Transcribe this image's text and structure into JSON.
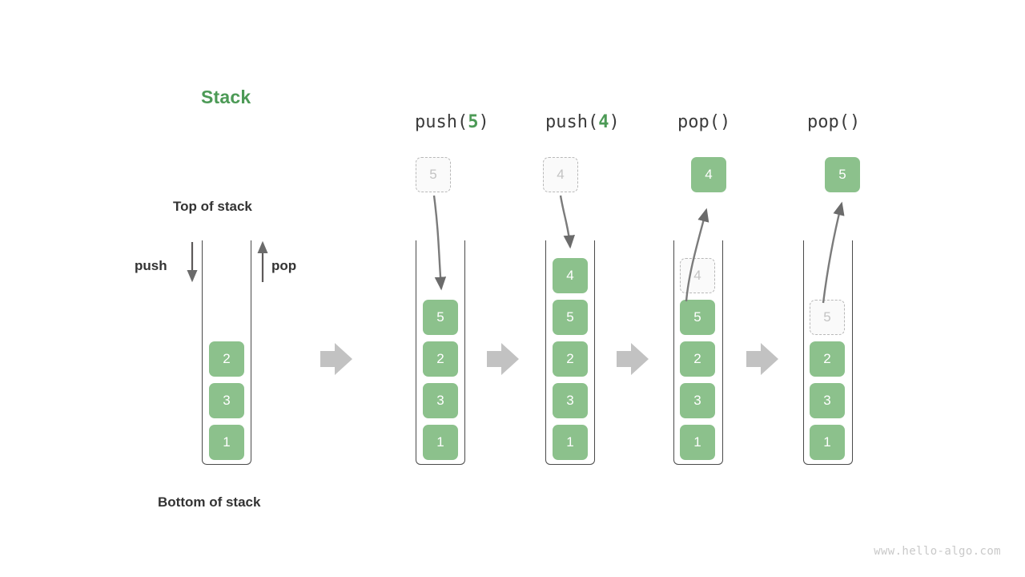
{
  "title": "Stack",
  "labels": {
    "top_of_stack": "Top of stack",
    "bottom_of_stack": "Bottom of stack",
    "push": "push",
    "pop": "pop"
  },
  "colors": {
    "accent_green": "#4c9a56",
    "box_green": "#8cc18c",
    "box_text": "#ffffff",
    "ghost_border": "#b8b8b8",
    "ghost_text": "#c3c3c3",
    "container_border": "#4a4a4a",
    "arrow_gray": "#6b6b6b",
    "flow_arrow_gray": "#c2c2c2",
    "watermark": "#c9c9c9"
  },
  "watermark": "www.hello-algo.com",
  "panels": [
    {
      "id": "initial",
      "caption_prefix": "",
      "caption_arg": "",
      "caption_suffix": "",
      "stack": [
        "2",
        "3",
        "1"
      ],
      "floating_box": null,
      "ghost_in_stack": null
    },
    {
      "id": "push-5",
      "caption_prefix": "push(",
      "caption_arg": "5",
      "caption_suffix": ")",
      "stack": [
        "5",
        "2",
        "3",
        "1"
      ],
      "floating_box": {
        "value": "5",
        "style": "ghost",
        "direction": "in"
      },
      "ghost_in_stack": null
    },
    {
      "id": "push-4",
      "caption_prefix": "push(",
      "caption_arg": "4",
      "caption_suffix": ")",
      "stack": [
        "4",
        "5",
        "2",
        "3",
        "1"
      ],
      "floating_box": {
        "value": "4",
        "style": "ghost",
        "direction": "in"
      },
      "ghost_in_stack": null
    },
    {
      "id": "pop-1",
      "caption_prefix": "pop(",
      "caption_arg": "",
      "caption_suffix": ")",
      "stack": [
        "5",
        "2",
        "3",
        "1"
      ],
      "floating_box": {
        "value": "4",
        "style": "solid",
        "direction": "out"
      },
      "ghost_in_stack": {
        "value": "4"
      }
    },
    {
      "id": "pop-2",
      "caption_prefix": "pop(",
      "caption_arg": "",
      "caption_suffix": ")",
      "stack": [
        "2",
        "3",
        "1"
      ],
      "floating_box": {
        "value": "5",
        "style": "solid",
        "direction": "out"
      },
      "ghost_in_stack": {
        "value": "5"
      }
    }
  ],
  "flow_arrows": [
    {
      "index": 1
    },
    {
      "index": 2
    },
    {
      "index": 3
    },
    {
      "index": 4
    }
  ]
}
